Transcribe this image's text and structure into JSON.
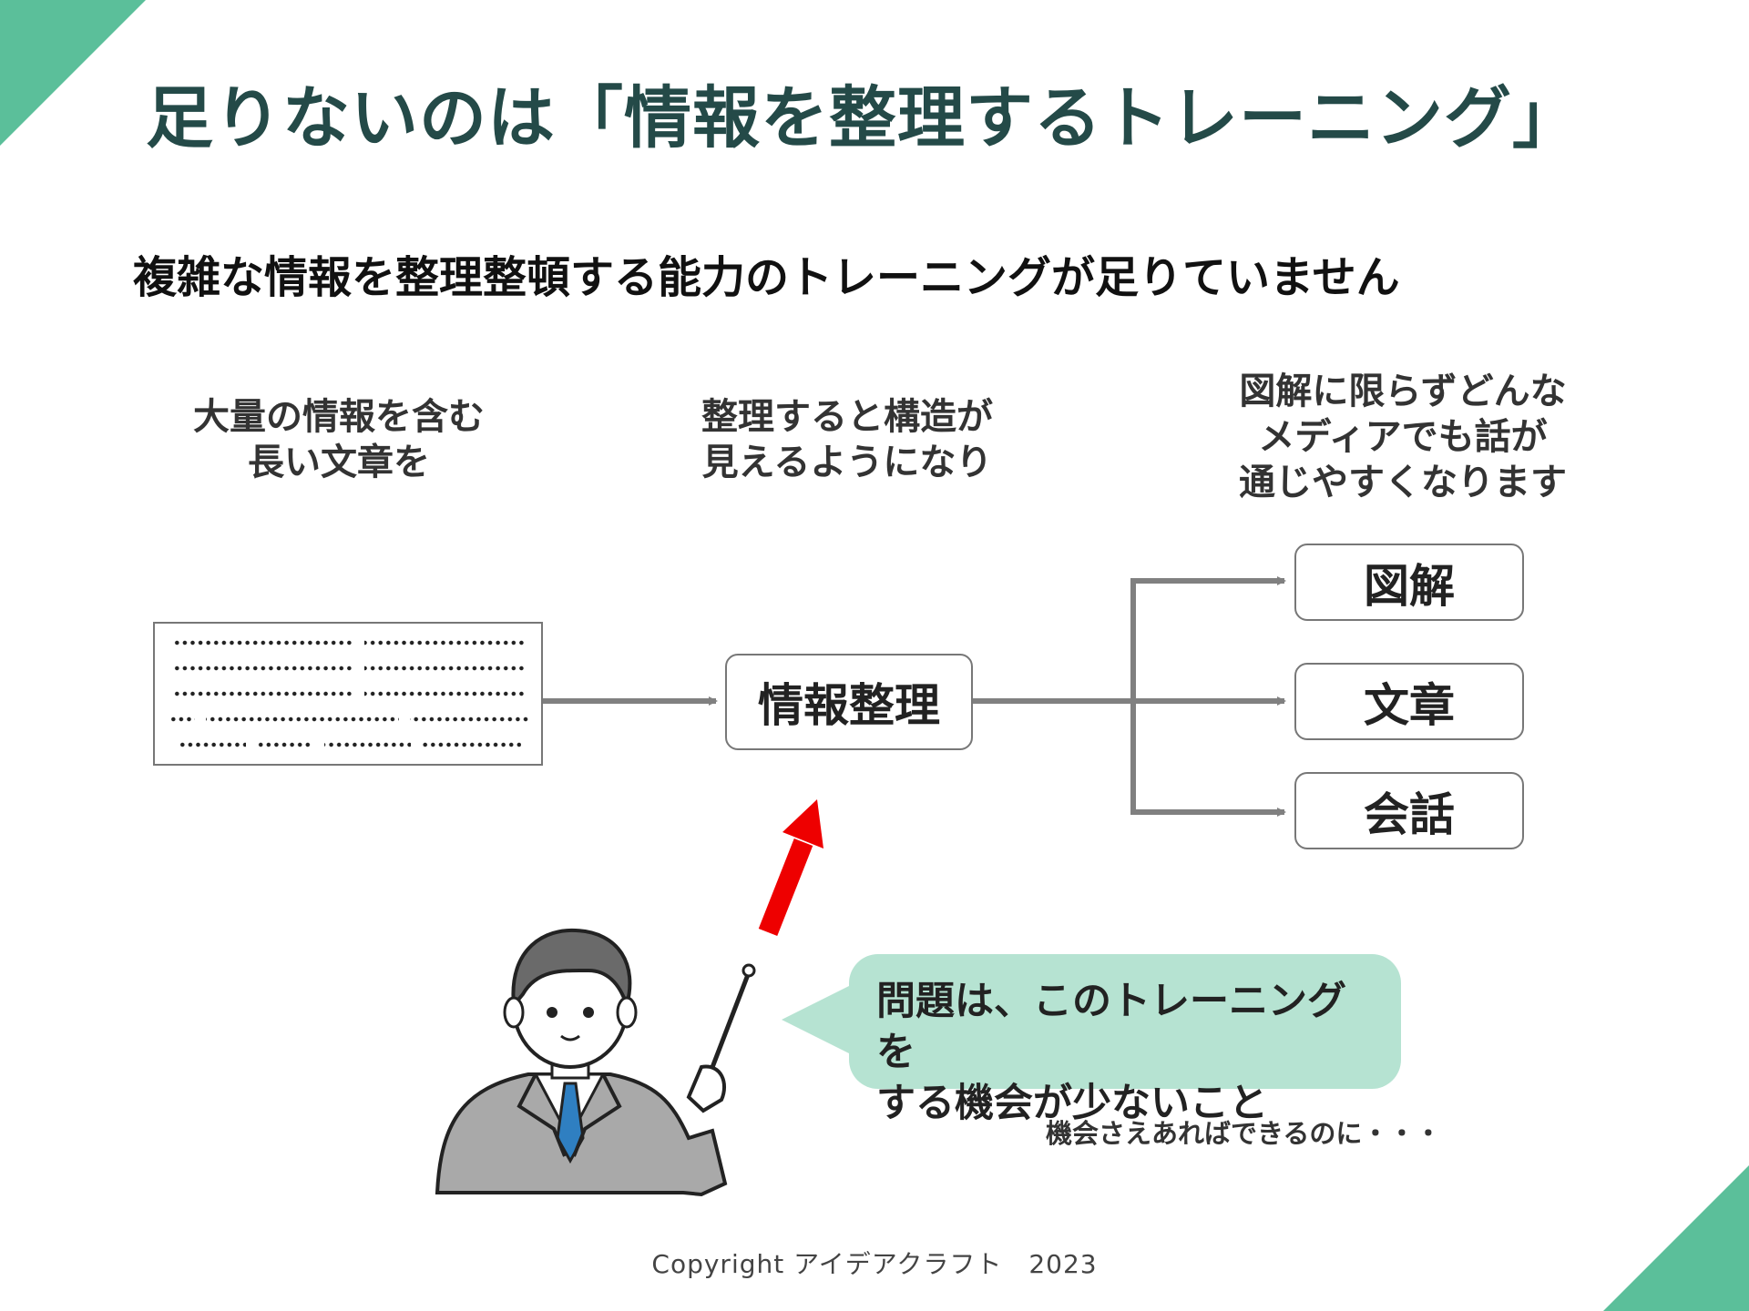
{
  "title": "足りないのは「情報を整理するトレーニング」",
  "subtitle": "複雑な情報を整理整頓する能力のトレーニングが足りていません",
  "captions": {
    "left": "大量の情報を含む\n長い文章を",
    "center": "整理すると構造が\n見えるようになり",
    "right": "図解に限らずどんな\nメディアでも話が\n通じやすくなります"
  },
  "nodes": {
    "center": "情報整理",
    "outputs": [
      "図解",
      "文章",
      "会話"
    ]
  },
  "speech_bubble": "問題は、このトレーニングを\nする機会が少ないこと",
  "note": "機会さえあればできるのに・・・",
  "copyright": "Copyright アイデアクラフト　2023",
  "colors": {
    "accent": "#5bbf9a",
    "title": "#244a48",
    "bubble": "#b6e3d2",
    "connector": "#808080",
    "highlight_arrow": "#ee0000"
  },
  "icons": [
    "presenter-illustration",
    "red-up-arrow-icon",
    "text-document-icon"
  ]
}
